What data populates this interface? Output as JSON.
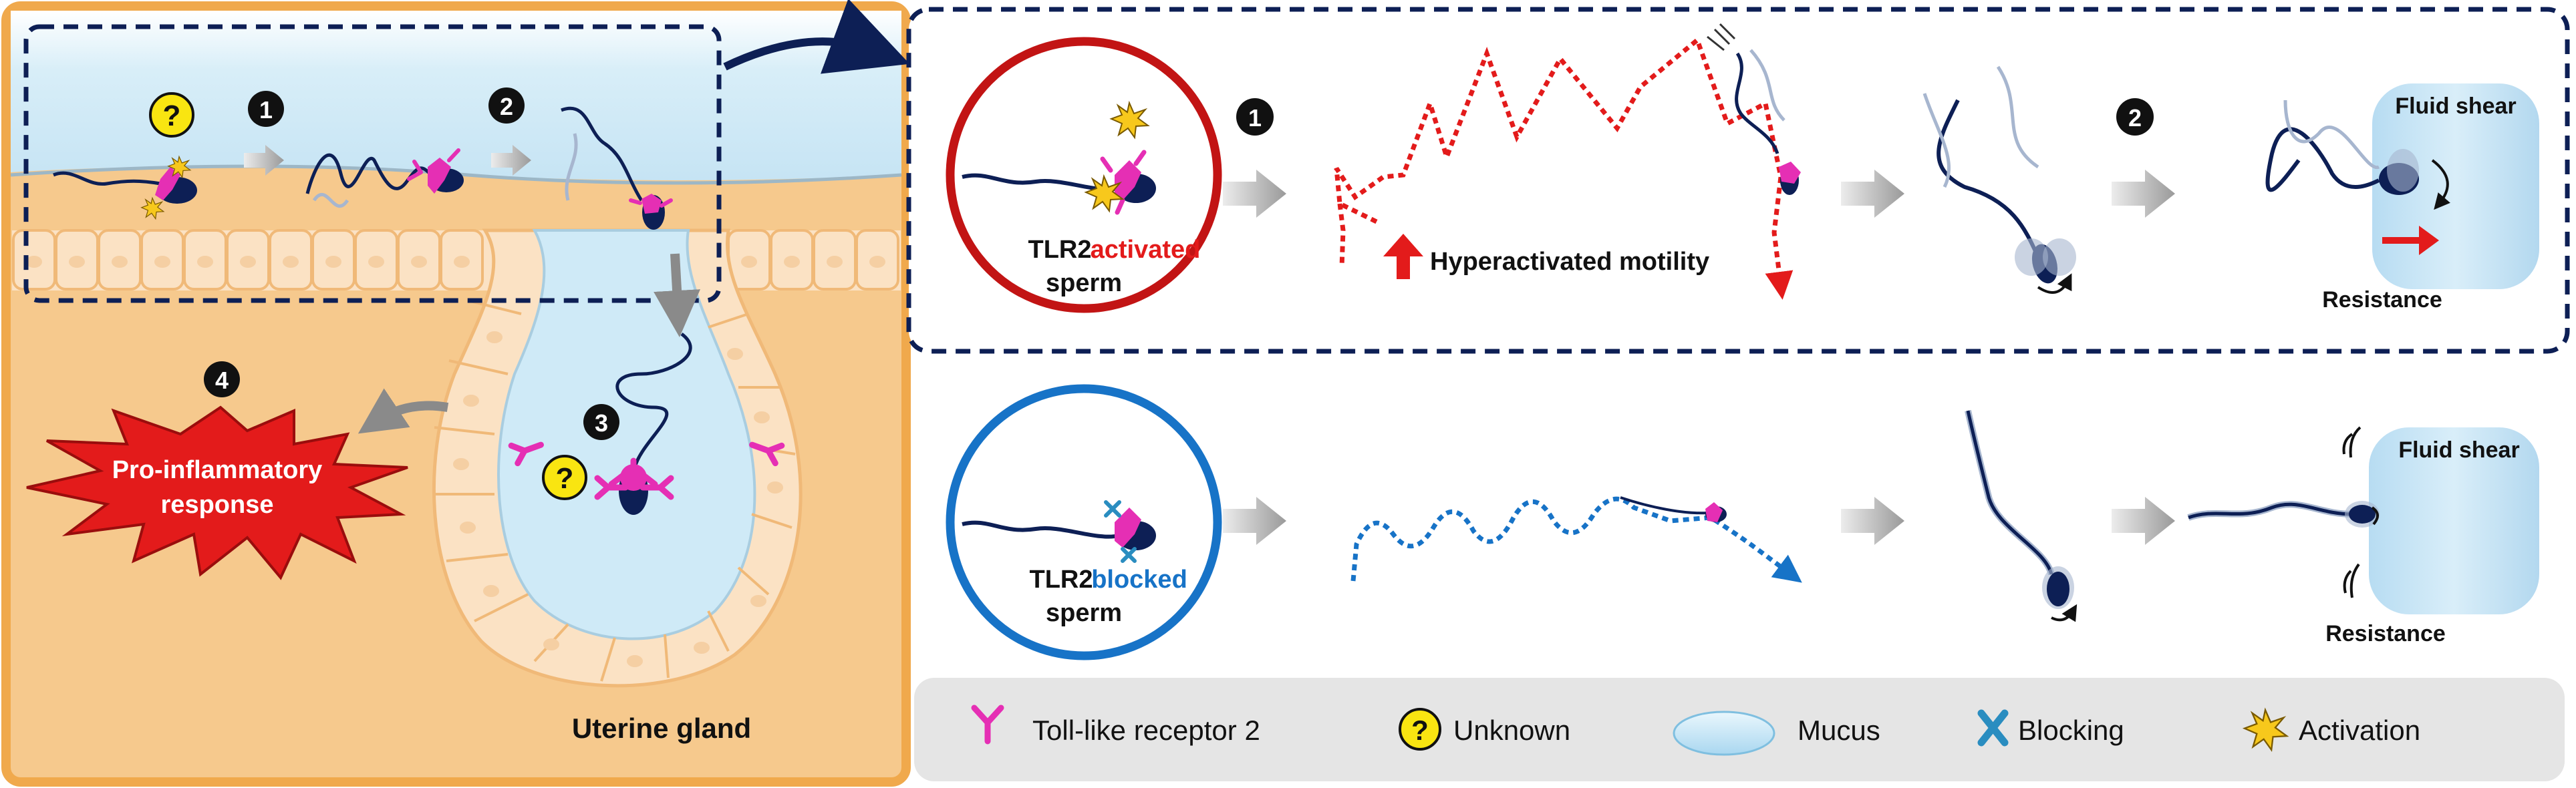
{
  "left_panel": {
    "steps": [
      "1",
      "2",
      "3",
      "4"
    ],
    "unknown_mark": "?",
    "response_line1": "Pro-inflammatory",
    "response_line2": "response",
    "gland_label": "Uterine gland"
  },
  "top_panel": {
    "sperm_tlr2": "TLR2",
    "sperm_state": "activated",
    "sperm_word": "sperm",
    "step1": "1",
    "step2": "2",
    "motility_label": "Hyperactivated motility",
    "fluid_shear": "Fluid shear",
    "resistance": "Resistance"
  },
  "bottom_panel": {
    "sperm_tlr2": "TLR2",
    "sperm_state": "blocked",
    "sperm_word": "sperm",
    "fluid_shear": "Fluid shear",
    "resistance": "Resistance"
  },
  "legend": {
    "items": [
      "Toll-like receptor 2",
      "Unknown",
      "Mucus",
      "Blocking",
      "Activation"
    ],
    "unknown_mark": "?"
  },
  "colors": {
    "tissue": "#f6c98d",
    "tissue_border": "#f0a94c",
    "mucus": "#cfeaf7",
    "navy": "#0d1f55",
    "receptor": "#e52fb4",
    "activated_red": "#c21414",
    "blocked_blue": "#1773c7",
    "legend_bg": "#e5e5e5"
  }
}
